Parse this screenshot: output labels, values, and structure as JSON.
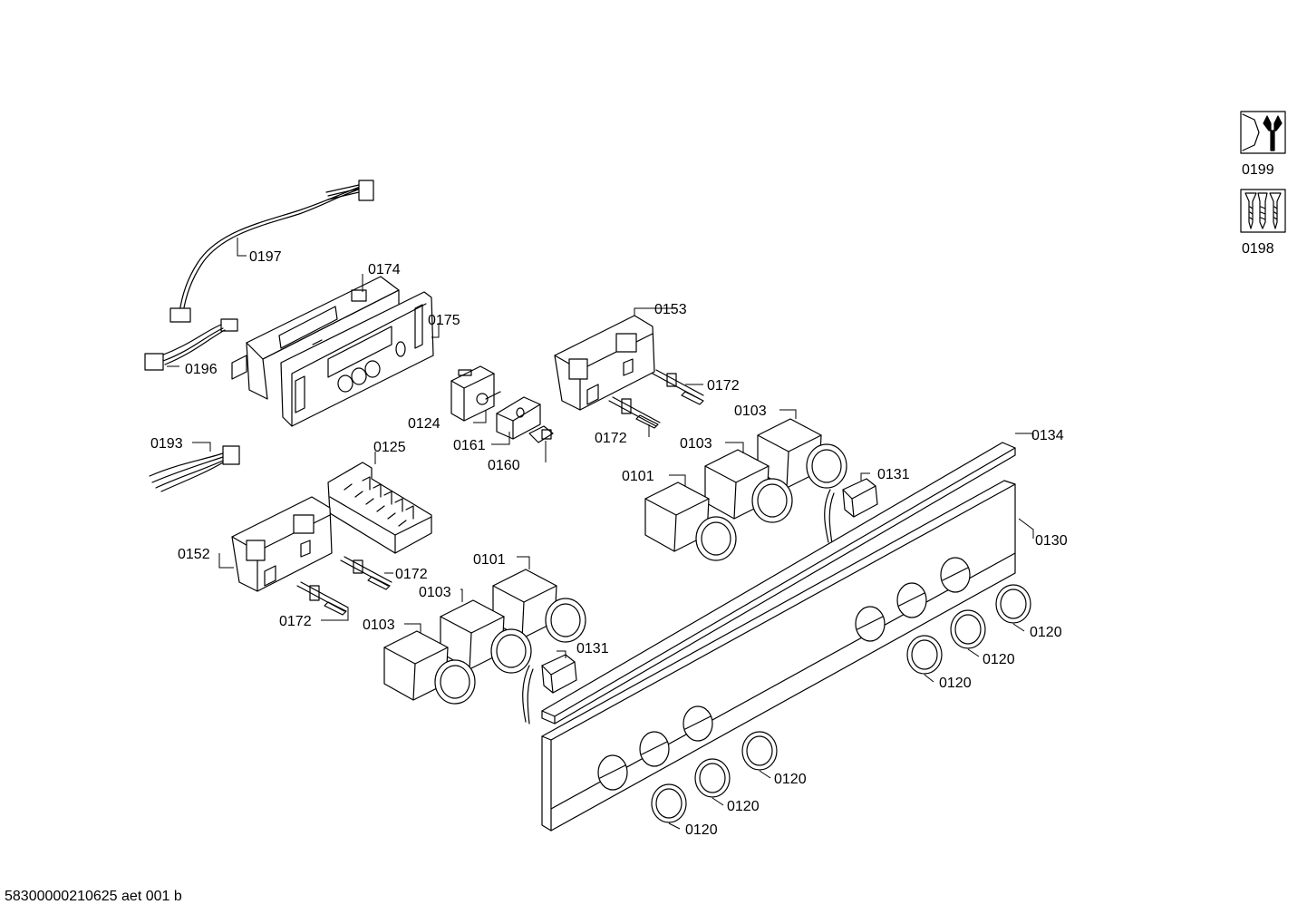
{
  "callouts": {
    "c0197": "0197",
    "c0174": "0174",
    "c0175": "0175",
    "c0196": "0196",
    "c0153": "0153",
    "c0172a": "0172",
    "c0124": "0124",
    "c0161": "0161",
    "c0160": "0160",
    "c0172b": "0172",
    "c0103a": "0103",
    "c0103b": "0103",
    "c0101a": "0101",
    "c0131a": "0131",
    "c0134": "0134",
    "c0193": "0193",
    "c0125": "0125",
    "c0130": "0130",
    "c0152": "0152",
    "c0172c": "0172",
    "c0172d": "0172",
    "c0101b": "0101",
    "c0103c": "0103",
    "c0103d": "0103",
    "c0131b": "0131",
    "c0120a": "0120",
    "c0120b": "0120",
    "c0120c": "0120",
    "c0120d": "0120",
    "c0120e": "0120",
    "c0120f": "0120"
  },
  "side_panel": {
    "tools_label": "0199",
    "screws_label": "0198",
    "tools_icon": "wrench-icon",
    "screws_icon": "screws-icon"
  },
  "footer": {
    "document_id": "58300000210625 aet 001 b"
  }
}
